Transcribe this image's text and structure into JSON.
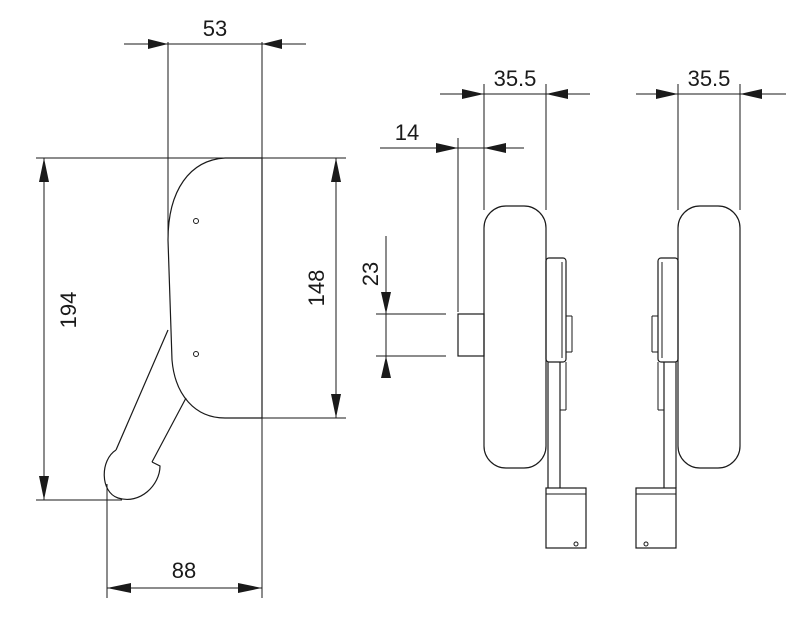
{
  "diagram": {
    "dimensions": {
      "top_width": "53",
      "overall_height": "194",
      "body_height": "148",
      "bottom_width": "88",
      "side_depth_1": "35.5",
      "side_depth_2": "35.5",
      "spindle_length": "14",
      "spindle_size": "23"
    },
    "colors": {
      "line": "#1a1a1a",
      "background": "#ffffff"
    }
  }
}
